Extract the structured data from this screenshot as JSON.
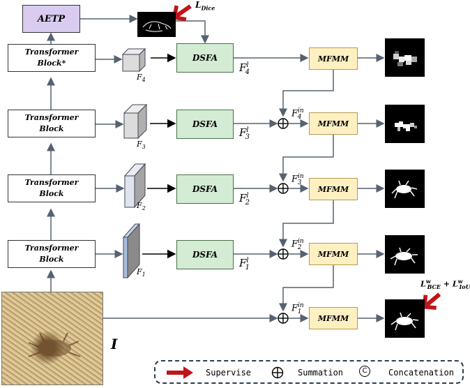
{
  "blocks": {
    "aetp": "AETP",
    "tb_star_line1": "Transformer",
    "tb_star_line2": "Block*",
    "tb_line1": "Transformer",
    "tb_line2": "Block",
    "dsfa": "DSFA",
    "mfmm": "MFMM"
  },
  "features": {
    "f4": "F",
    "f4_sub": "4",
    "f3": "F",
    "f3_sub": "3",
    "f2": "F",
    "f2_sub": "2",
    "f1": "F",
    "f1_sub": "1",
    "l4": "F",
    "l4_sub": "4",
    "l_sup": "l",
    "l3": "F",
    "l3_sub": "3",
    "l2": "F",
    "l2_sub": "2",
    "l1": "F",
    "l1_sub": "1",
    "in4": "F",
    "in4_sub": "4",
    "in_sup": "in",
    "in3": "F",
    "in3_sub": "3",
    "in2": "F",
    "in2_sub": "2",
    "in1": "F",
    "in1_sub": "1"
  },
  "input_label": "I",
  "loss_dice": "L",
  "loss_dice_sub": "Dice",
  "loss_bce": "L",
  "loss_bce_sup": "w",
  "loss_bce_sub": "BCE",
  "loss_plus": " + ",
  "loss_iou": "L",
  "loss_iou_sup": "w",
  "loss_iou_sub": "IoU",
  "legend": {
    "supervise": "Supervise",
    "summation": "Summation",
    "concatenation": "Concatenation",
    "concat_symbol": "C"
  },
  "colors": {
    "aetp": "#d9ccf0",
    "dsfa": "#d3ecd3",
    "mfmm": "#fff0c2",
    "arrow": "#556270",
    "supervise_arrow": "#c0151b"
  }
}
